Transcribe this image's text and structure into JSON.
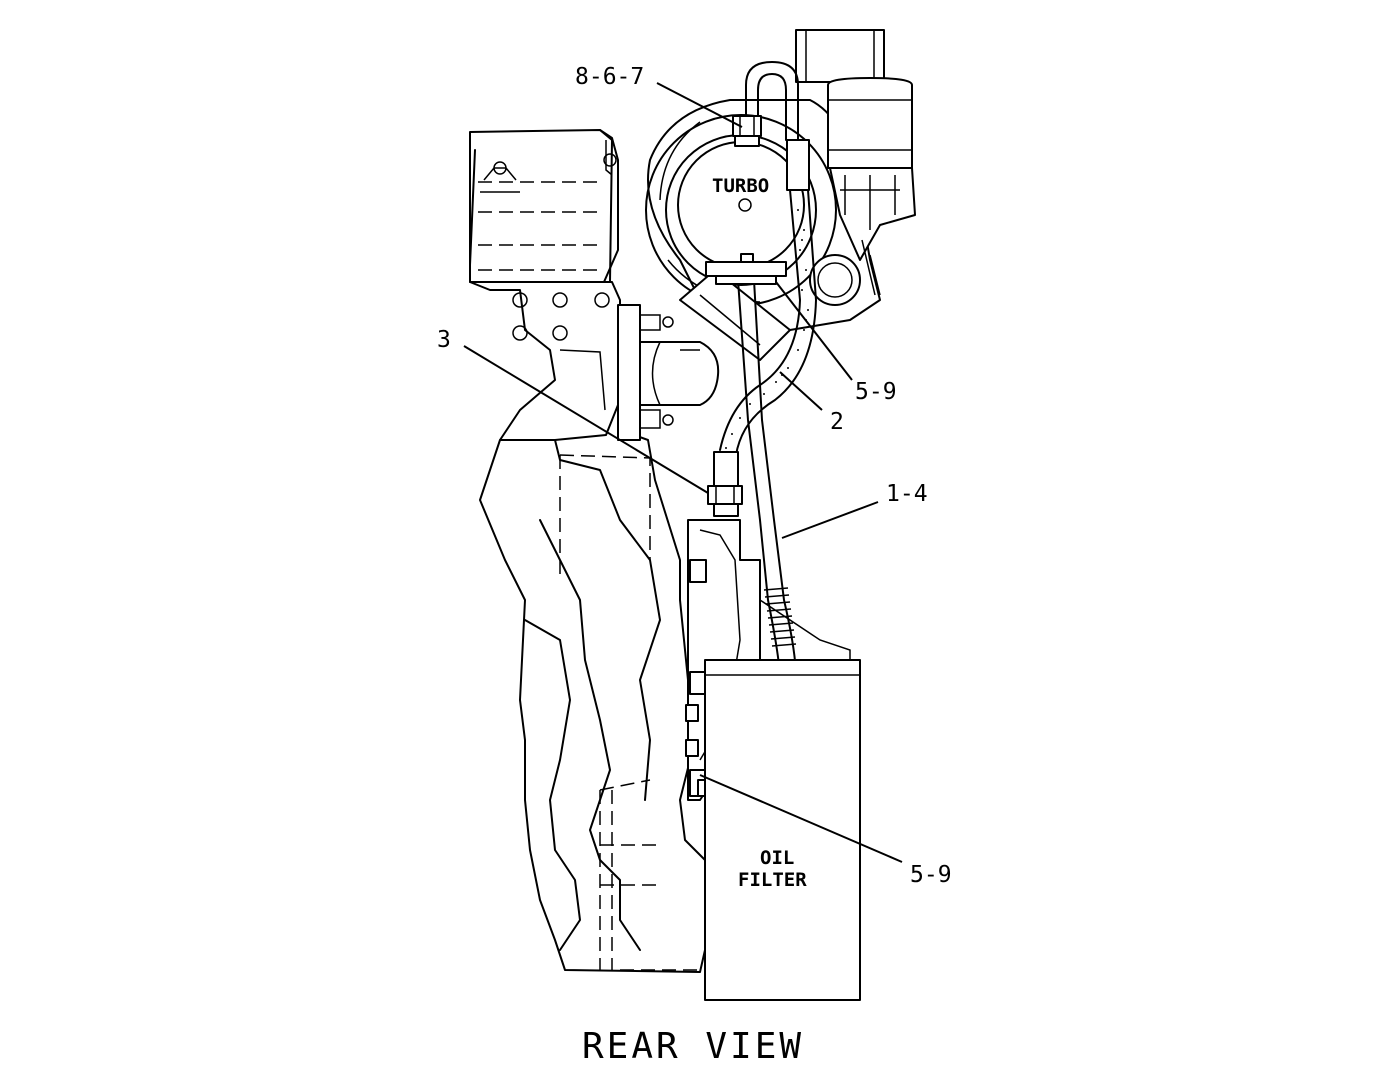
{
  "view_title": "REAR VIEW",
  "components": {
    "turbo_label": "TURBO",
    "oil_filter_label_line1": "OIL",
    "oil_filter_label_line2": "FILTER"
  },
  "callouts": {
    "fitting_turbo": "8-6-7",
    "bolts_turbo_flange": "5-9",
    "drain_hose": "2",
    "fitting_block": "3",
    "oil_supply_tube": "1-4",
    "bolts_filter_base": "5-9"
  }
}
